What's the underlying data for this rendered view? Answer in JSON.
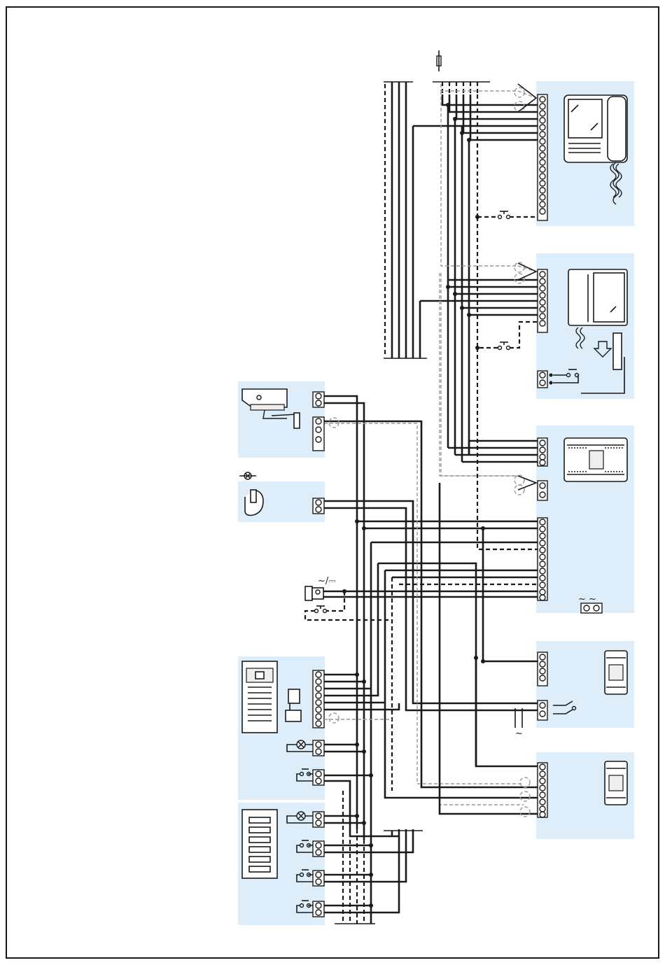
{
  "symbols": {
    "ac_symbol": "~",
    "ac_dc_symbol": "~/⎓",
    "transformer_output_symbol": "~   ~"
  },
  "colors": {
    "panel": "#ddeefa",
    "wire": "#1a1a1a",
    "shield": "#9a9a9a",
    "border": "#1a1a1a"
  },
  "components": [
    {
      "name": "video-intercom-monitor-1",
      "icon": "handset-monitor-icon"
    },
    {
      "name": "video-intercom-monitor-2",
      "icon": "wall-monitor-icon"
    },
    {
      "name": "power-supply-unit",
      "icon": "din-rail-unit-icon"
    },
    {
      "name": "video-distributor",
      "icon": "din-module-icon"
    },
    {
      "name": "video-amplifier",
      "icon": "din-module-icon"
    },
    {
      "name": "cctv-camera",
      "icon": "camera-icon"
    },
    {
      "name": "camera-illuminator",
      "icon": "lamp-icon"
    },
    {
      "name": "door-lock",
      "icon": "lock-icon"
    },
    {
      "name": "entrance-panel-main",
      "icon": "door-panel-icon"
    },
    {
      "name": "entrance-panel-extension",
      "icon": "button-panel-icon"
    }
  ]
}
